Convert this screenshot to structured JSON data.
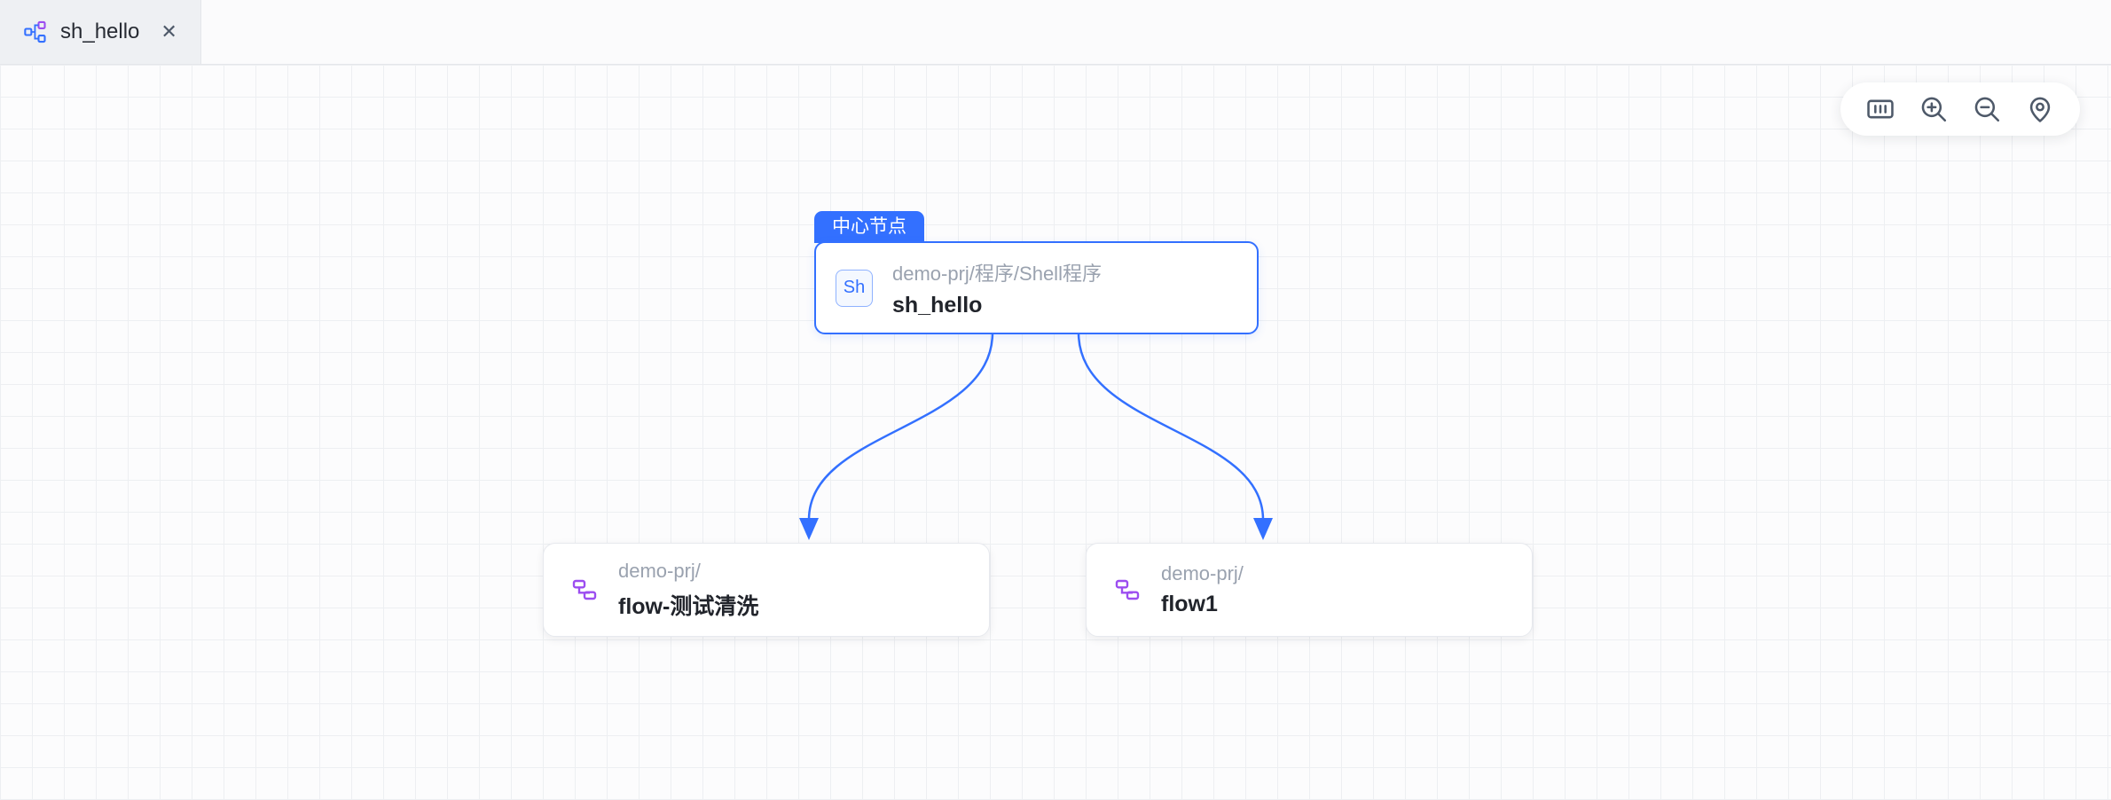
{
  "tab_bar": {
    "tab": {
      "title": "sh_hello",
      "close_label": "✕"
    }
  },
  "toolbar": {
    "buttons": [
      {
        "name": "fit-view"
      },
      {
        "name": "zoom-in"
      },
      {
        "name": "zoom-out"
      },
      {
        "name": "locate"
      }
    ]
  },
  "canvas": {
    "center_node": {
      "badge": "中心节点",
      "type_abbr": "Sh",
      "path": "demo-prj/程序/Shell程序",
      "name": "sh_hello"
    },
    "child_nodes": [
      {
        "path": "demo-prj/",
        "name": "flow-测试清洗"
      },
      {
        "path": "demo-prj/",
        "name": "flow1"
      }
    ]
  },
  "colors": {
    "accent_blue": "#3370ff",
    "flow_purple": "#9c4df0",
    "path_gray": "#9aa2af",
    "name_dark": "#21242b"
  }
}
